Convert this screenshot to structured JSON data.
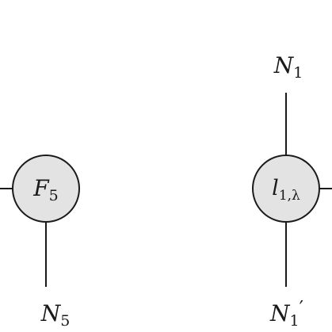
{
  "nodes": {
    "f5": {
      "main": "F",
      "sub": "5"
    },
    "l1": {
      "main": "l",
      "sub": "1,λ"
    }
  },
  "labels": {
    "n5": {
      "main": "N",
      "sub": "5"
    },
    "n1_top": {
      "main": "N",
      "sub": "1"
    },
    "n1_bottom": {
      "main": "N",
      "sub": "1",
      "prime": "′"
    }
  }
}
